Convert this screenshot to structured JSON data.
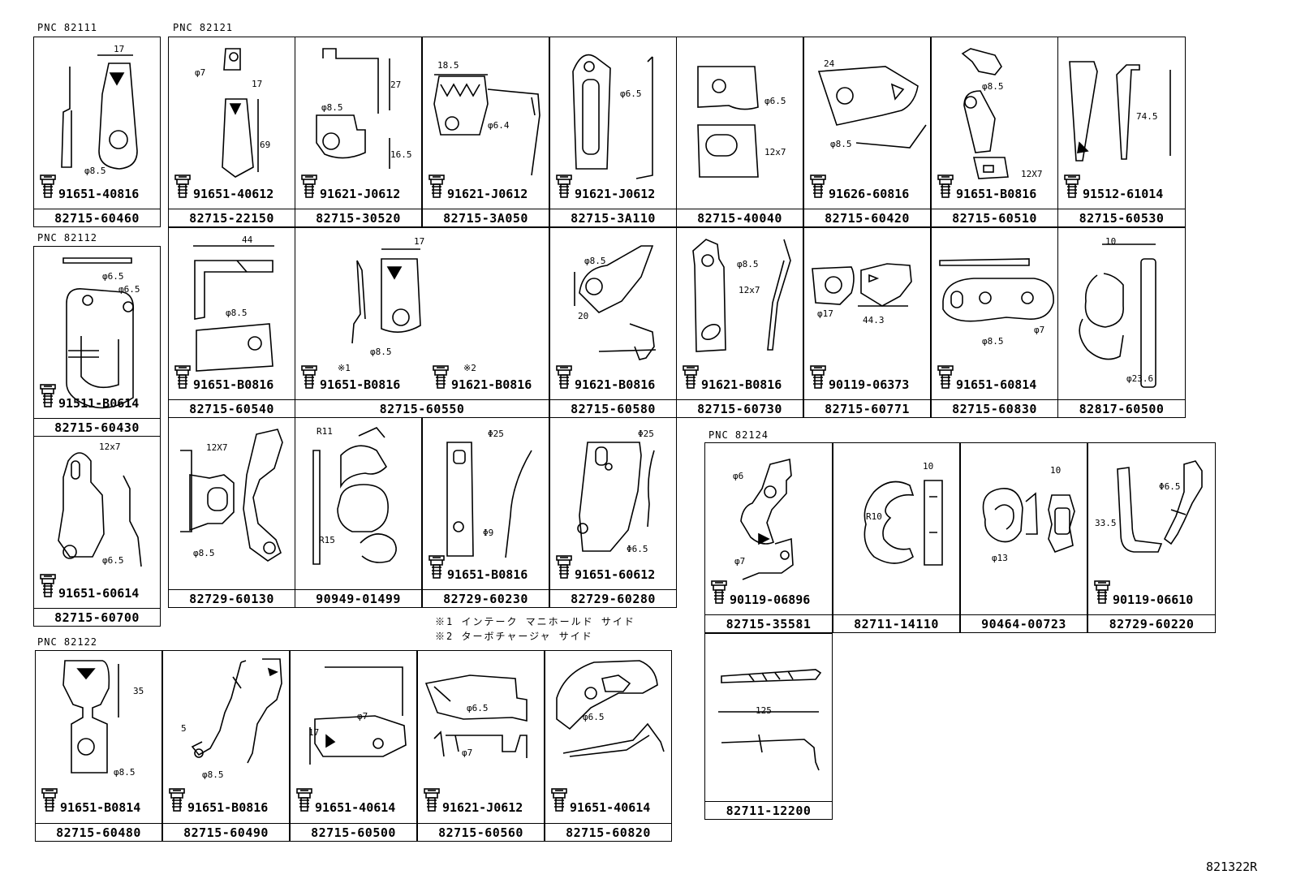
{
  "pnc_labels": [
    "PNC  82111",
    "PNC  82121",
    "PNC  82112",
    "PNC  82122",
    "PNC  82124"
  ],
  "cells": [
    {
      "id": "c0",
      "part": "82715-60460",
      "bolts": [
        "91651-40816"
      ],
      "dims": [
        "17",
        "φ8.5"
      ]
    },
    {
      "id": "c1",
      "part": "82715-22150",
      "bolts": [
        "91651-40612"
      ],
      "dims": [
        "φ7",
        "17",
        "69"
      ]
    },
    {
      "id": "c2",
      "part": "82715-30520",
      "bolts": [
        "91621-J0612"
      ],
      "dims": [
        "27",
        "φ8.5",
        "16.5"
      ]
    },
    {
      "id": "c3",
      "part": "82715-3A050",
      "bolts": [
        "91621-J0612"
      ],
      "dims": [
        "18.5",
        "φ6.4"
      ]
    },
    {
      "id": "c4",
      "part": "82715-3A110",
      "bolts": [
        "91621-J0612"
      ],
      "dims": [
        "φ6.5"
      ]
    },
    {
      "id": "c5",
      "part": "82715-40040",
      "bolts": [],
      "dims": [
        "φ6.5",
        "12x7"
      ]
    },
    {
      "id": "c6",
      "part": "82715-60420",
      "bolts": [
        "91626-60816"
      ],
      "dims": [
        "24",
        "φ8.5"
      ]
    },
    {
      "id": "c7",
      "part": "82715-60510",
      "bolts": [
        "91651-B0816"
      ],
      "dims": [
        "φ8.5",
        "12X7"
      ]
    },
    {
      "id": "c8",
      "part": "82715-60530",
      "bolts": [
        "91512-61014"
      ],
      "dims": [
        "74.5"
      ]
    },
    {
      "id": "c9",
      "part": "82715-60430",
      "bolts": [
        "91511-B0614"
      ],
      "dims": [
        "φ6.5",
        "φ6.5"
      ]
    },
    {
      "id": "c10",
      "part": "82715-60540",
      "bolts": [
        "91651-B0816"
      ],
      "dims": [
        "44",
        "φ8.5"
      ]
    },
    {
      "id": "c11",
      "part": "82715-60550",
      "bolts": [
        "91651-B0816",
        "91621-B0816"
      ],
      "dims": [
        "17",
        "φ8.5",
        "※1",
        "※2"
      ]
    },
    {
      "id": "c12",
      "part": "82715-60580",
      "bolts": [
        "91621-B0816"
      ],
      "dims": [
        "φ8.5",
        "20"
      ]
    },
    {
      "id": "c13",
      "part": "82715-60730",
      "bolts": [
        "91621-B0816"
      ],
      "dims": [
        "φ8.5",
        "12x7"
      ]
    },
    {
      "id": "c14",
      "part": "82715-60771",
      "bolts": [
        "90119-06373"
      ],
      "dims": [
        "φ17",
        "44.3"
      ]
    },
    {
      "id": "c15",
      "part": "82715-60830",
      "bolts": [
        "91651-60814"
      ],
      "dims": [
        "φ8.5",
        "φ7"
      ]
    },
    {
      "id": "c16",
      "part": "82817-60500",
      "bolts": [],
      "dims": [
        "10",
        "φ23.6"
      ]
    },
    {
      "id": "c17",
      "part": "82715-60700",
      "bolts": [
        "91651-60614"
      ],
      "dims": [
        "12x7",
        "φ6.5"
      ]
    },
    {
      "id": "c18",
      "part": "82729-60130",
      "bolts": [],
      "dims": [
        "12X7",
        "φ8.5"
      ]
    },
    {
      "id": "c19",
      "part": "90949-01499",
      "bolts": [],
      "dims": [
        "R11",
        "R15"
      ]
    },
    {
      "id": "c20",
      "part": "82729-60230",
      "bolts": [
        "91651-B0816"
      ],
      "dims": [
        "Φ25",
        "Φ9"
      ]
    },
    {
      "id": "c21",
      "part": "82729-60280",
      "bolts": [
        "91651-60612"
      ],
      "dims": [
        "Φ25",
        "Φ6.5"
      ]
    },
    {
      "id": "c22",
      "part": "82715-35581",
      "bolts": [
        "90119-06896"
      ],
      "dims": [
        "φ6",
        "φ7"
      ]
    },
    {
      "id": "c23",
      "part": "82711-14110",
      "bolts": [],
      "dims": [
        "10",
        "R10"
      ]
    },
    {
      "id": "c24",
      "part": "90464-00723",
      "bolts": [],
      "dims": [
        "10",
        "φ13"
      ]
    },
    {
      "id": "c25",
      "part": "82729-60220",
      "bolts": [
        "90119-06610"
      ],
      "dims": [
        "33.5",
        "Φ6.5"
      ]
    },
    {
      "id": "c26",
      "part": "82711-12200",
      "bolts": [],
      "dims": [
        "125"
      ]
    },
    {
      "id": "c27",
      "part": "82715-60480",
      "bolts": [
        "91651-B0814"
      ],
      "dims": [
        "35",
        "φ8.5"
      ]
    },
    {
      "id": "c28",
      "part": "82715-60490",
      "bolts": [
        "91651-B0816"
      ],
      "dims": [
        "5",
        "φ8.5"
      ]
    },
    {
      "id": "c29",
      "part": "82715-60500",
      "bolts": [
        "91651-40614"
      ],
      "dims": [
        "17",
        "φ7"
      ]
    },
    {
      "id": "c30",
      "part": "82715-60560",
      "bolts": [
        "91621-J0612"
      ],
      "dims": [
        "φ6.5",
        "φ7"
      ]
    },
    {
      "id": "c31",
      "part": "82715-60820",
      "bolts": [
        "91651-40614"
      ],
      "dims": [
        "φ6.5"
      ]
    }
  ],
  "notes": [
    "※1  インテーク  マニホールド  サイド",
    "※2  ターボチャージャ  サイド"
  ],
  "ref_code": "821322R"
}
